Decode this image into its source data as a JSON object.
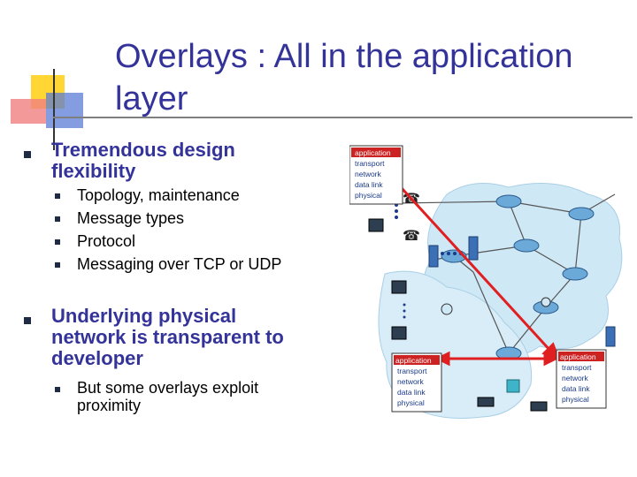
{
  "slide": {
    "title_line1": "Overlays : All in the application",
    "title_line2": "layer",
    "bullets": [
      {
        "text_line1": "Tremendous design",
        "text_line2": "flexibility",
        "sub": [
          "Topology, maintenance",
          "Message types",
          "Protocol",
          "Messaging over TCP or UDP"
        ]
      },
      {
        "text_line1": "Underlying physical",
        "text_line2": "network is transparent to",
        "text_line3": "developer",
        "sub_line1": "But some overlays exploit",
        "sub_line2": "proximity"
      }
    ]
  },
  "diagram": {
    "layers": [
      "application",
      "transport",
      "network",
      "data link",
      "physical"
    ]
  },
  "colors": {
    "title": "#333399",
    "header_red": "#cc2222",
    "cloud": "#cfe8f6",
    "arrow": "#e02020"
  }
}
